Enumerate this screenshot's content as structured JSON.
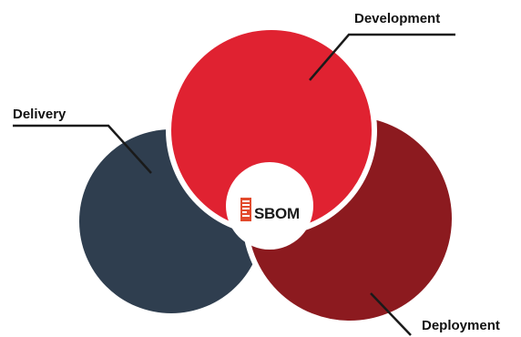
{
  "labels": {
    "development": "Development",
    "delivery": "Delivery",
    "deployment": "Deployment"
  },
  "center": {
    "text": "SBOM",
    "icon": "sbom-document-icon"
  },
  "colors": {
    "development": "#e02231",
    "delivery": "#2f3e4f",
    "deployment": "#8c1a1f",
    "separator": "#ffffff",
    "leader_line": "#1a1a1a",
    "icon_red": "#e24a2c"
  }
}
